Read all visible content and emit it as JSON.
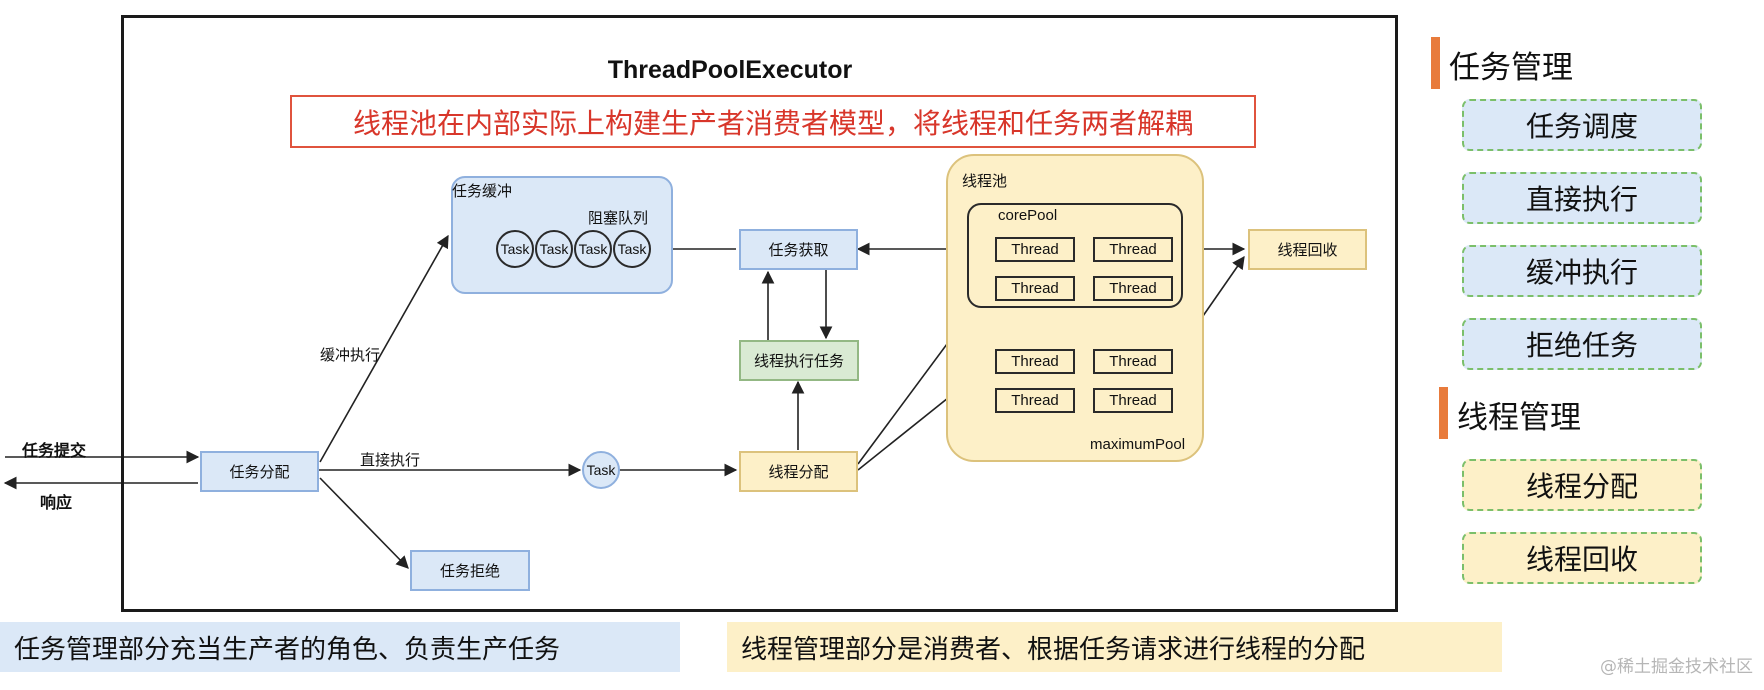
{
  "diagram": {
    "title": "ThreadPoolExecutor",
    "subtitle": "线程池在内部实际上构建生产者消费者模型，将线程和任务两者解耦",
    "buffer": {
      "label": "任务缓冲",
      "queue_label": "阻塞队列",
      "tasks": [
        "Task",
        "Task",
        "Task",
        "Task"
      ]
    },
    "nodes": {
      "task_fetch": "任务获取",
      "thread_exec": "线程执行任务",
      "task_dispatch": "任务分配",
      "thread_alloc": "线程分配",
      "task_reject": "任务拒绝",
      "thread_recycle": "线程回收",
      "task_circle": "Task"
    },
    "pool": {
      "label": "线程池",
      "core_label": "corePool",
      "max_label": "maximumPool",
      "thread_label": "Thread"
    },
    "edges": {
      "buffer_exec": "缓冲执行",
      "direct_exec": "直接执行",
      "submit": "任务提交",
      "response": "响应"
    }
  },
  "sidebar": {
    "task_mgmt": {
      "heading": "任务管理",
      "items": [
        "任务调度",
        "直接执行",
        "缓冲执行",
        "拒绝任务"
      ]
    },
    "thread_mgmt": {
      "heading": "线程管理",
      "items": [
        "线程分配",
        "线程回收"
      ]
    }
  },
  "notes": {
    "producer": "任务管理部分充当生产者的角色、负责生产任务",
    "consumer": "线程管理部分是消费者、根据任务请求进行线程的分配"
  },
  "watermark": "@稀土掘金技术社区",
  "colors": {
    "blue_fill": "#dbe8f7",
    "yellow_fill": "#fdf0c8",
    "green_fill": "#d9ead3",
    "accent_orange": "#e87b3c",
    "subtitle_red": "#d8362a",
    "dashed_green": "#7bbf6a"
  }
}
